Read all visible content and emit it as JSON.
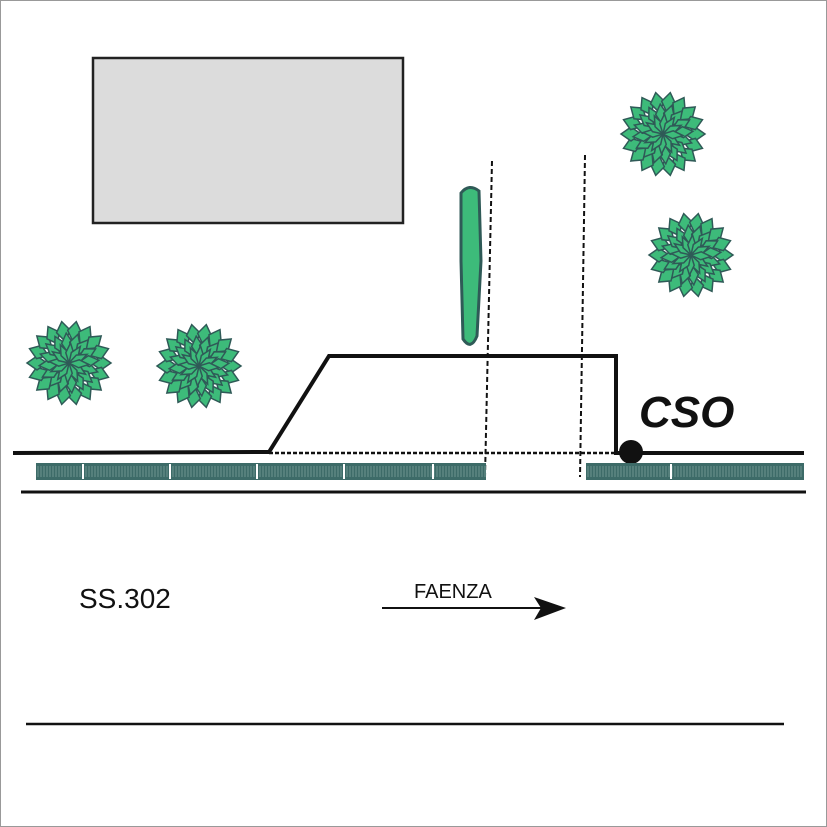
{
  "labels": {
    "cso": "CSO",
    "road": "SS.302",
    "direction": "FAENZA"
  },
  "colors": {
    "bush_fill": "#3dbb7a",
    "bush_stroke": "#2f5a57",
    "curb": "#3d6b68",
    "building": "#dcdcdc",
    "pole": "#3dbb7a"
  }
}
